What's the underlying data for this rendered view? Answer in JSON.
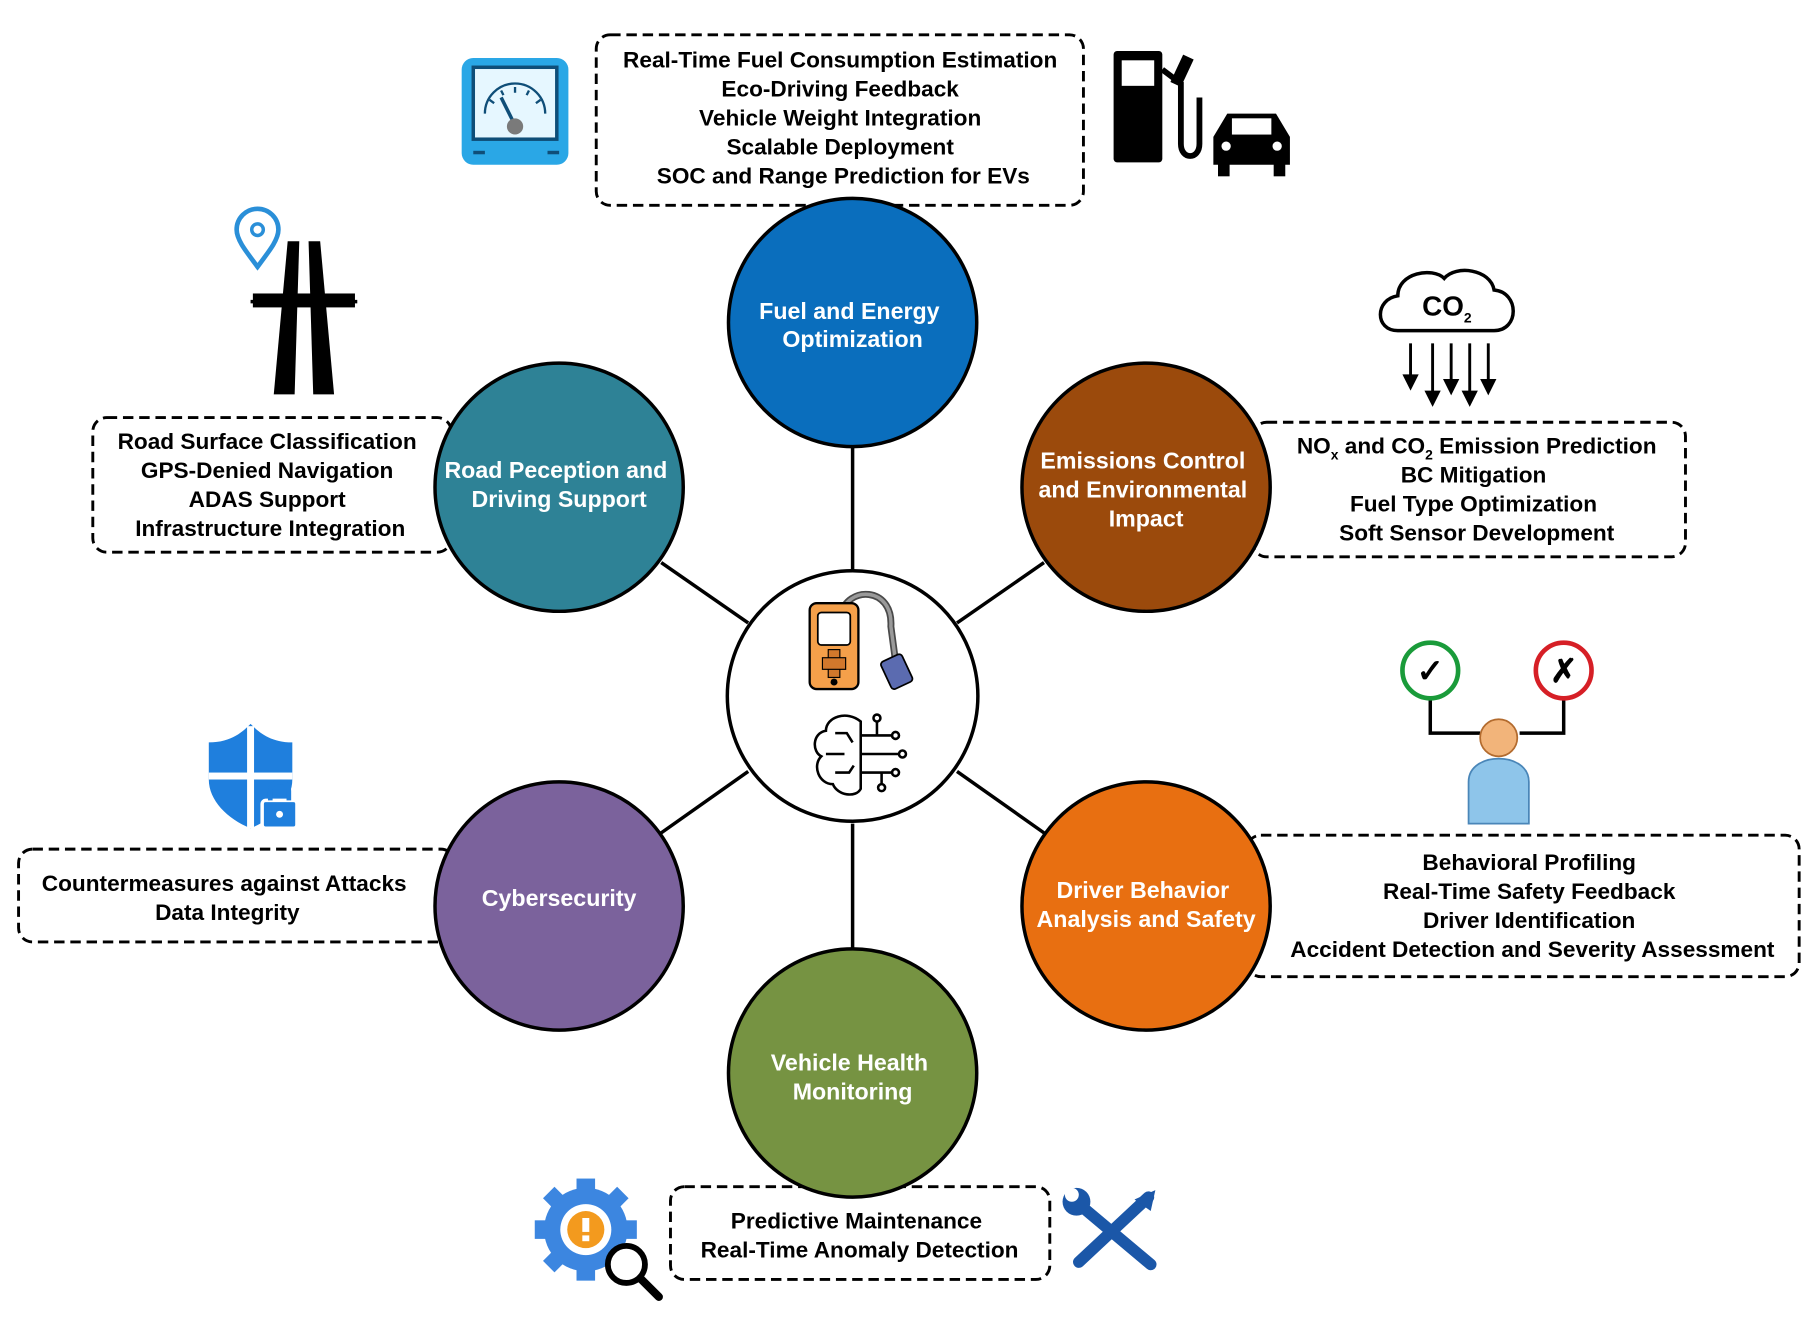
{
  "center": {
    "name": "OBD Scanner and AI"
  },
  "nodes": [
    {
      "id": "fuel",
      "title_lines": [
        "Fuel and Energy",
        "Optimization"
      ],
      "color": "#0a6ebd",
      "items": [
        "Real-Time Fuel Consumption Estimation",
        "Eco-Driving Feedback",
        "Vehicle Weight Integration",
        "Scalable Deployment",
        "SOC and Range Prediction for EVs"
      ]
    },
    {
      "id": "emissions",
      "title_lines": [
        "Emissions Control",
        "and Environmental",
        "Impact"
      ],
      "color": "#9b4a0c",
      "items_rich": [
        [
          "NO",
          "x",
          " and CO",
          "2",
          " Emission Prediction"
        ]
      ],
      "items": [
        "BC Mitigation",
        "Fuel Type Optimization",
        "Soft Sensor Development"
      ]
    },
    {
      "id": "driver",
      "title_lines": [
        "Driver Behavior",
        "Analysis and Safety"
      ],
      "color": "#e86f11",
      "items": [
        "Behavioral Profiling",
        "Real-Time Safety Feedback",
        "Driver Identification",
        "Accident Detection and Severity Assessment"
      ]
    },
    {
      "id": "health",
      "title_lines": [
        "Vehicle Health",
        "Monitoring"
      ],
      "color": "#769342",
      "items": [
        "Predictive Maintenance",
        "Real-Time Anomaly Detection"
      ]
    },
    {
      "id": "cyber",
      "title_lines": [
        "Cybersecurity"
      ],
      "color": "#7b629c",
      "items": [
        "Countermeasures against Attacks",
        "Data Integrity"
      ]
    },
    {
      "id": "road",
      "title_lines": [
        "Road Peception and",
        "Driving Support"
      ],
      "color": "#2e8296",
      "items": [
        "Road Surface Classification",
        "GPS-Denied Navigation",
        "ADAS Support",
        "Infrastructure Integration"
      ]
    }
  ],
  "icons": {
    "co2": {
      "main": "CO",
      "sub": "2"
    },
    "fuel_gauge": "gauge-icon",
    "fuel_pump": "fuel-pump-icon",
    "car": "car-icon",
    "highway": "highway-icon",
    "pin": "location-pin-icon",
    "shield": "shield-lock-icon",
    "gear": "gear-warning-icon",
    "tools": "wrench-screwdriver-icon",
    "driver": "person-choice-icon",
    "check": "✓",
    "cross": "✗"
  }
}
